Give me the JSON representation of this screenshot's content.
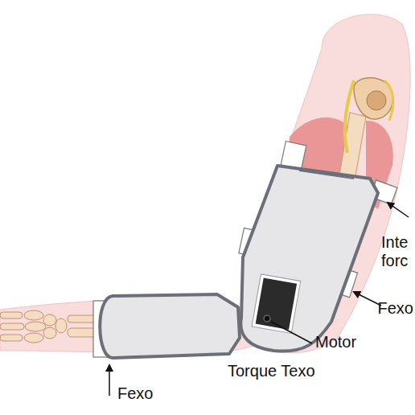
{
  "diagram": {
    "labels": [
      "Inte forc",
      "Fexo",
      "Motor",
      "Torque Texo",
      "Fexo"
    ]
  }
}
